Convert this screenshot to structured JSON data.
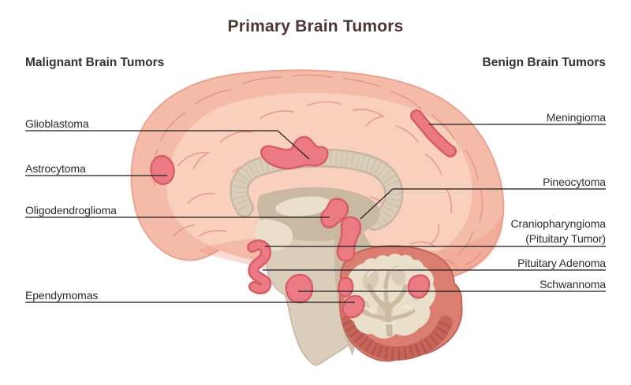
{
  "title": "Primary Brain Tumors",
  "sections": {
    "malignant": {
      "heading": "Malignant Brain Tumors",
      "items": [
        {
          "label": "Glioblastoma"
        },
        {
          "label": "Astrocytoma"
        },
        {
          "label": "Oligodendroglioma"
        },
        {
          "label": "Ependymomas"
        }
      ]
    },
    "benign": {
      "heading": "Benign Brain Tumors",
      "items": [
        {
          "label": "Meningioma"
        },
        {
          "label": "Pineocytoma"
        },
        {
          "label": "Craniopharyngioma",
          "label2": "(Pituitary Tumor)"
        },
        {
          "label": "Pituitary Adenoma"
        },
        {
          "label": "Schwannoma"
        }
      ]
    }
  },
  "figure": {
    "name": "sagittal-brain-cross-section-illustration"
  },
  "colors": {
    "title": "#4E3432",
    "heading": "#333230",
    "label": "#2D2B2A",
    "line": "#1B1B1B",
    "brain_pink": "#F5BBA9",
    "brain_pink_light": "#F9CFBD",
    "brain_wash": "#E98F7B",
    "gyri": "#E08F7F",
    "tan_light": "#DACDB9",
    "tan_mid": "#C9B8A2",
    "tan_dark": "#BFAE96",
    "cream": "#EADFCB",
    "cerebellum_outer": "#DA7E6F",
    "cerebellum_folds": "#C5655A",
    "tumor_fill": "#EC7A85",
    "tumor_stroke": "#D65C66"
  }
}
